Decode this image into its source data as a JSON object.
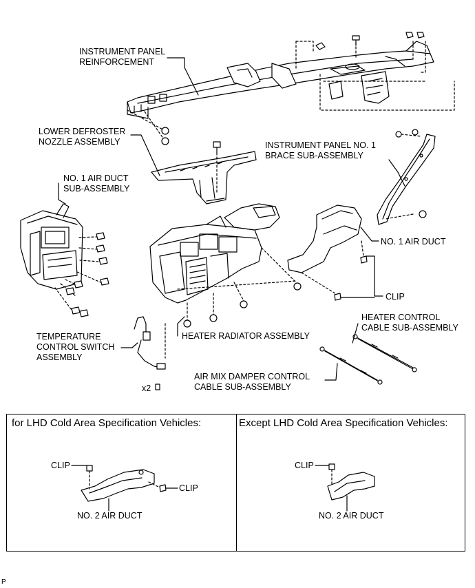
{
  "labels": {
    "instrument_panel_reinforcement": "INSTRUMENT PANEL\nREINFORCEMENT",
    "lower_defroster_nozzle": "LOWER DEFROSTER\nNOZZLE ASSEMBLY",
    "instrument_panel_brace": "INSTRUMENT PANEL NO. 1\nBRACE SUB-ASSEMBLY",
    "no1_air_duct_sub": "NO. 1 AIR DUCT\nSUB-ASSEMBLY",
    "no1_air_duct": "NO. 1 AIR DUCT",
    "clip": "CLIP",
    "heater_control_cable": "HEATER CONTROL\nCABLE SUB-ASSEMBLY",
    "temperature_control_switch": "TEMPERATURE\nCONTROL SWITCH\nASSEMBLY",
    "heater_radiator": "HEATER RADIATOR ASSEMBLY",
    "air_mix_damper_cable": "AIR MIX DAMPER CONTROL\nCABLE SUB-ASSEMBLY",
    "x2": "x2"
  },
  "panels": {
    "left": {
      "title": "for LHD Cold Area Specification Vehicles:",
      "clip_top": "CLIP",
      "clip_right": "CLIP",
      "duct": "NO. 2 AIR DUCT"
    },
    "right": {
      "title": "Except LHD Cold Area Specification Vehicles:",
      "clip_top": "CLIP",
      "duct": "NO. 2 AIR DUCT"
    }
  },
  "figure_code": "P"
}
